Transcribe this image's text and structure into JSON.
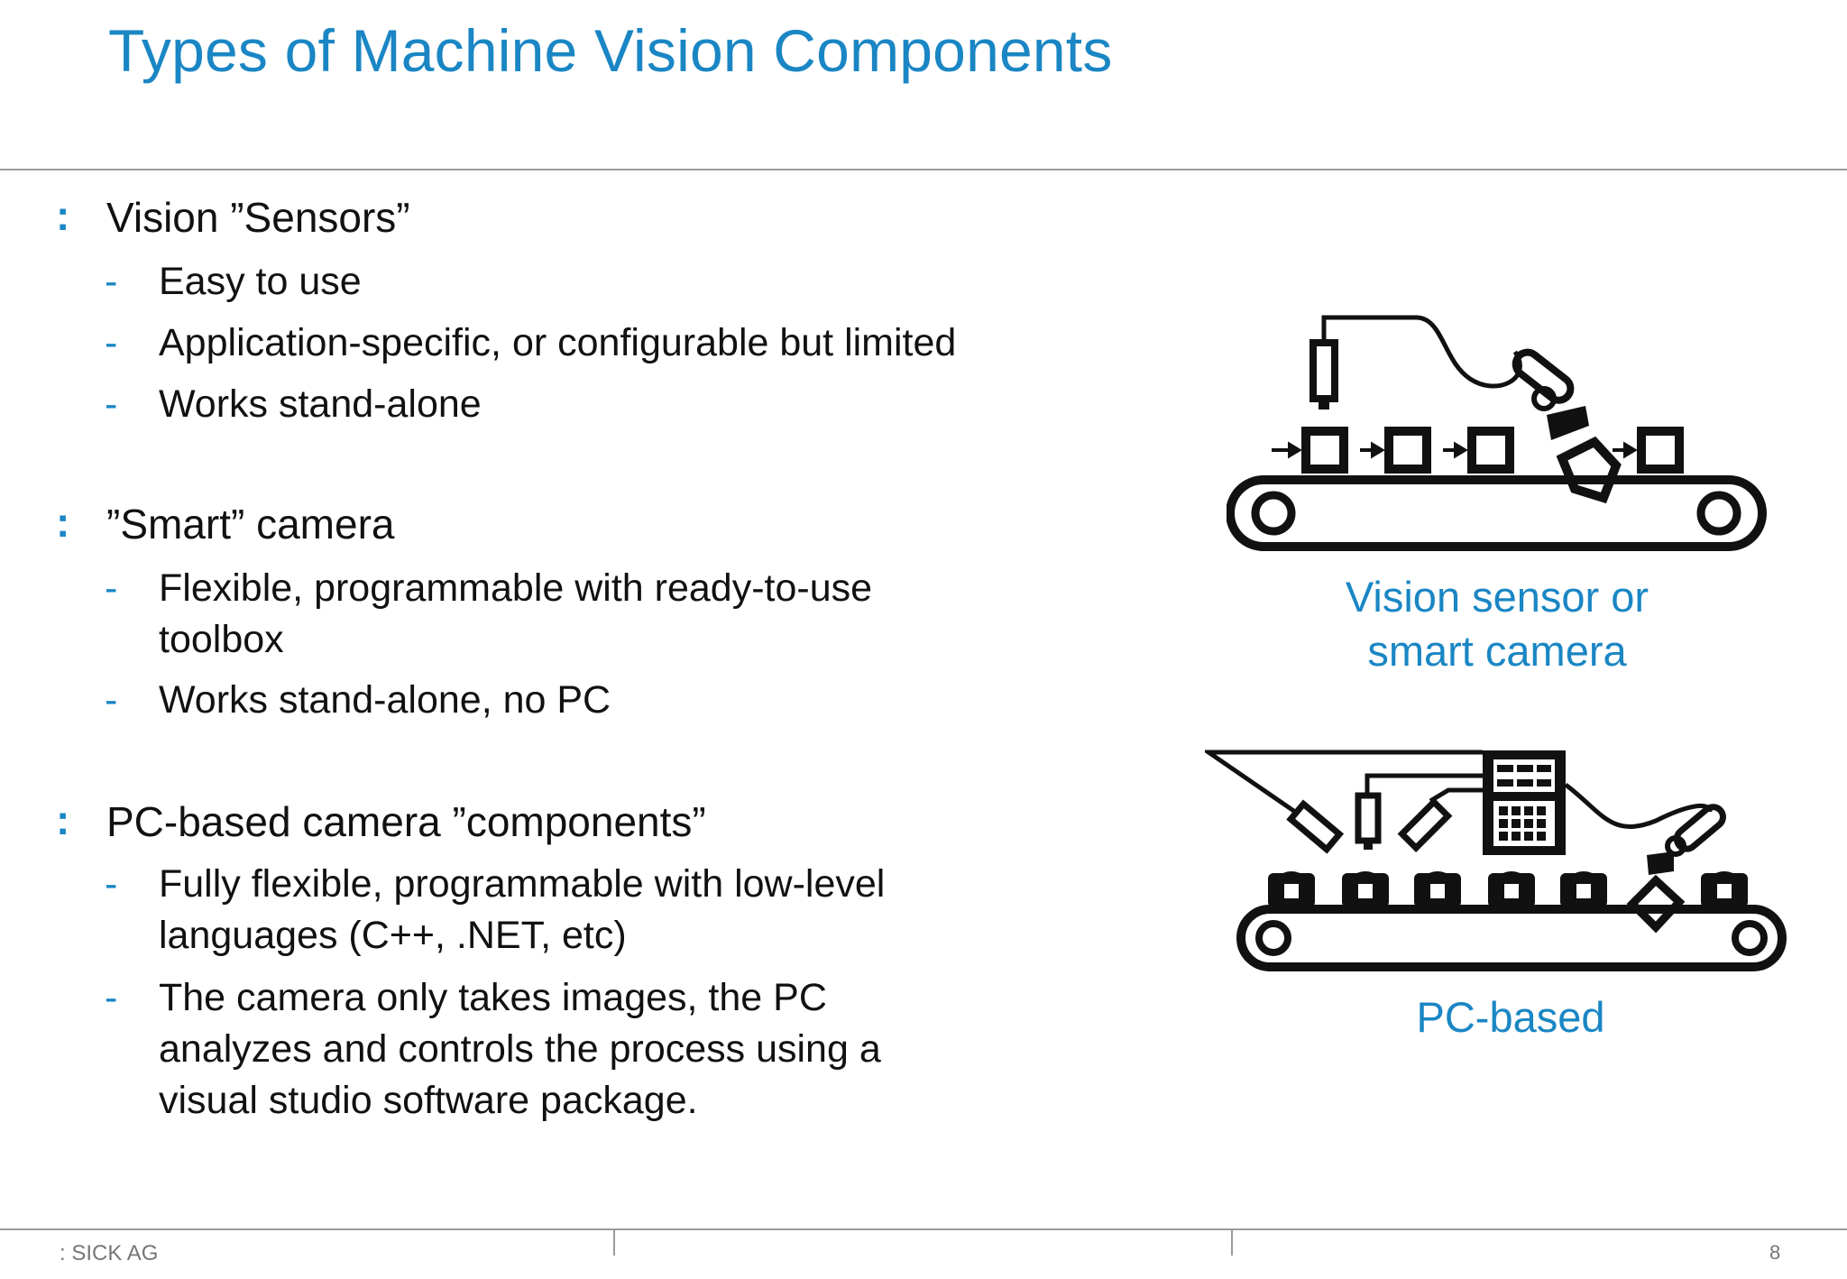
{
  "slide": {
    "title": "Types of Machine Vision Components"
  },
  "sections": [
    {
      "heading": "Vision ”Sensors”",
      "items": [
        "Easy to use",
        "Application-specific, or configurable but limited",
        "Works stand-alone"
      ]
    },
    {
      "heading": "”Smart” camera",
      "items": [
        "Flexible, programmable with ready-to-use\ntoolbox",
        "Works stand-alone, no PC"
      ]
    },
    {
      "heading": "PC-based camera ”components”",
      "items": [
        "Fully flexible, programmable with low-level\nlanguages (C++, .NET, etc)",
        "The camera only takes images, the PC\nanalyzes and controls the process using  a\nvisual studio software package."
      ]
    }
  ],
  "markers": {
    "bullet": ":",
    "dash": "-"
  },
  "figures": {
    "sensor_caption": "Vision sensor or\nsmart camera",
    "pc_caption": "PC-based",
    "sensor_icon": "conveyor-with-vision-sensor",
    "pc_icon": "conveyor-with-pc-cameras"
  },
  "footer": {
    "company": ": SICK AG",
    "page_number": "8"
  },
  "colors": {
    "accent": "#1a86c4",
    "text": "#111111",
    "rule": "#9a9a9a"
  }
}
